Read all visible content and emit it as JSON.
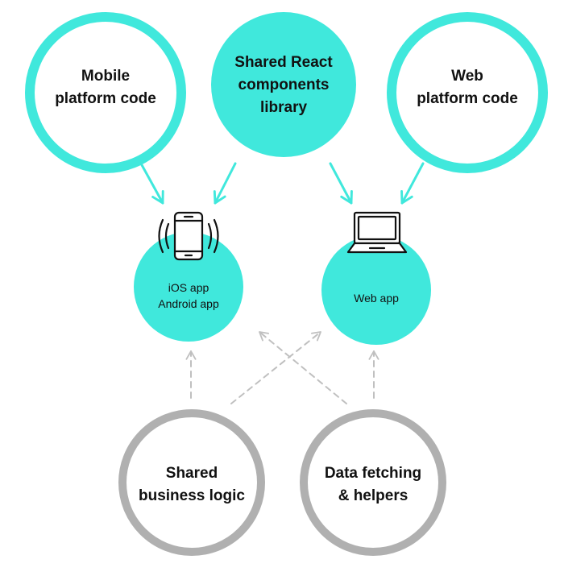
{
  "colors": {
    "teal": "#40e8dc",
    "gray": "#b0b0b0",
    "dashed": "#c0c0c0",
    "icon": "#111111"
  },
  "sources": {
    "mobile": {
      "line1": "Mobile",
      "line2": "platform code"
    },
    "shared_react": {
      "line1": "Shared React",
      "line2": "components",
      "line3": "library"
    },
    "web": {
      "line1": "Web",
      "line2": "platform code"
    }
  },
  "apps": {
    "mobile_app": {
      "line1": "iOS app",
      "line2": "Android app",
      "icon": "smartphone-icon"
    },
    "web_app": {
      "line1": "Web app",
      "icon": "laptop-icon"
    }
  },
  "shared": {
    "business": {
      "line1": "Shared",
      "line2": "business logic"
    },
    "data": {
      "line1": "Data fetching",
      "line2": "& helpers"
    }
  }
}
